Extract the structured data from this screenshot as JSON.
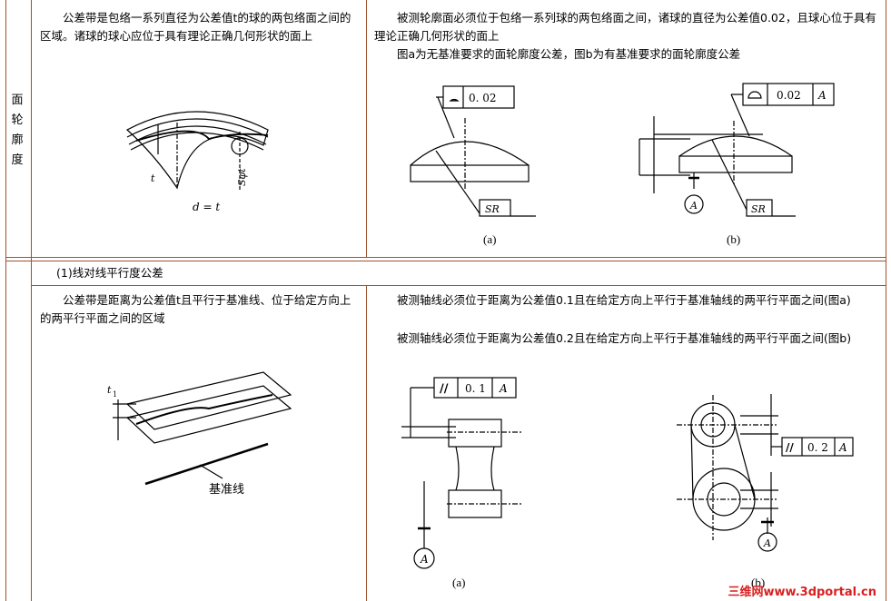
{
  "row1": {
    "label": "面\n轮\n廓\n度",
    "left_text": "　　公差带是包络一系列直径为公差值t的球的两包络面之间的区域。诸球的球心应位于具有理论正确几何形状的面上",
    "right_text_1": "　　被测轮廓面必须位于包络一系列球的两包络面之间，诸球的直径为公差值0.02，且球心位于具有理论正确几何形状的面上",
    "right_text_2": "　　图a为无基准要求的面轮廓度公差，图b为有基准要求的面轮廓度公差",
    "fig_left": {
      "t": "t",
      "sphi": "Sφt",
      "eq": "d = t"
    },
    "fig_a": {
      "tol": "0. 02",
      "sr": "SR",
      "cap": "(a)"
    },
    "fig_b": {
      "tol": "0.02",
      "datum": "A",
      "sr": "SR",
      "circle": "A",
      "cap": "(b)"
    }
  },
  "row2": {
    "heading": "(1)线对线平行度公差",
    "left_text": "　　公差带是距离为公差值t且平行于基准线、位于给定方向上的两平行平面之间的区域",
    "right_text_1": "　　被测轴线必须位于距离为公差值0.1且在给定方向上平行于基准轴线的两平行平面之间(图a)",
    "right_text_2": "　　被测轴线必须位于距离为公差值0.2且在给定方向上平行于基准轴线的两平行平面之间(图b)",
    "fig_left": {
      "t1": "t",
      "sub": "1",
      "baseline": "基准线"
    },
    "fig_a": {
      "sym": "//",
      "tol": "0. 1",
      "datum": "A",
      "circle": "A",
      "cap": "(a)"
    },
    "fig_b": {
      "sym": "//",
      "tol": "0. 2",
      "datum": "A",
      "circle": "A",
      "cap": "(b)"
    }
  },
  "watermark": "三维网www.3dportal.cn",
  "colors": {
    "border": "#a0522d",
    "watermark": "#d92020"
  }
}
